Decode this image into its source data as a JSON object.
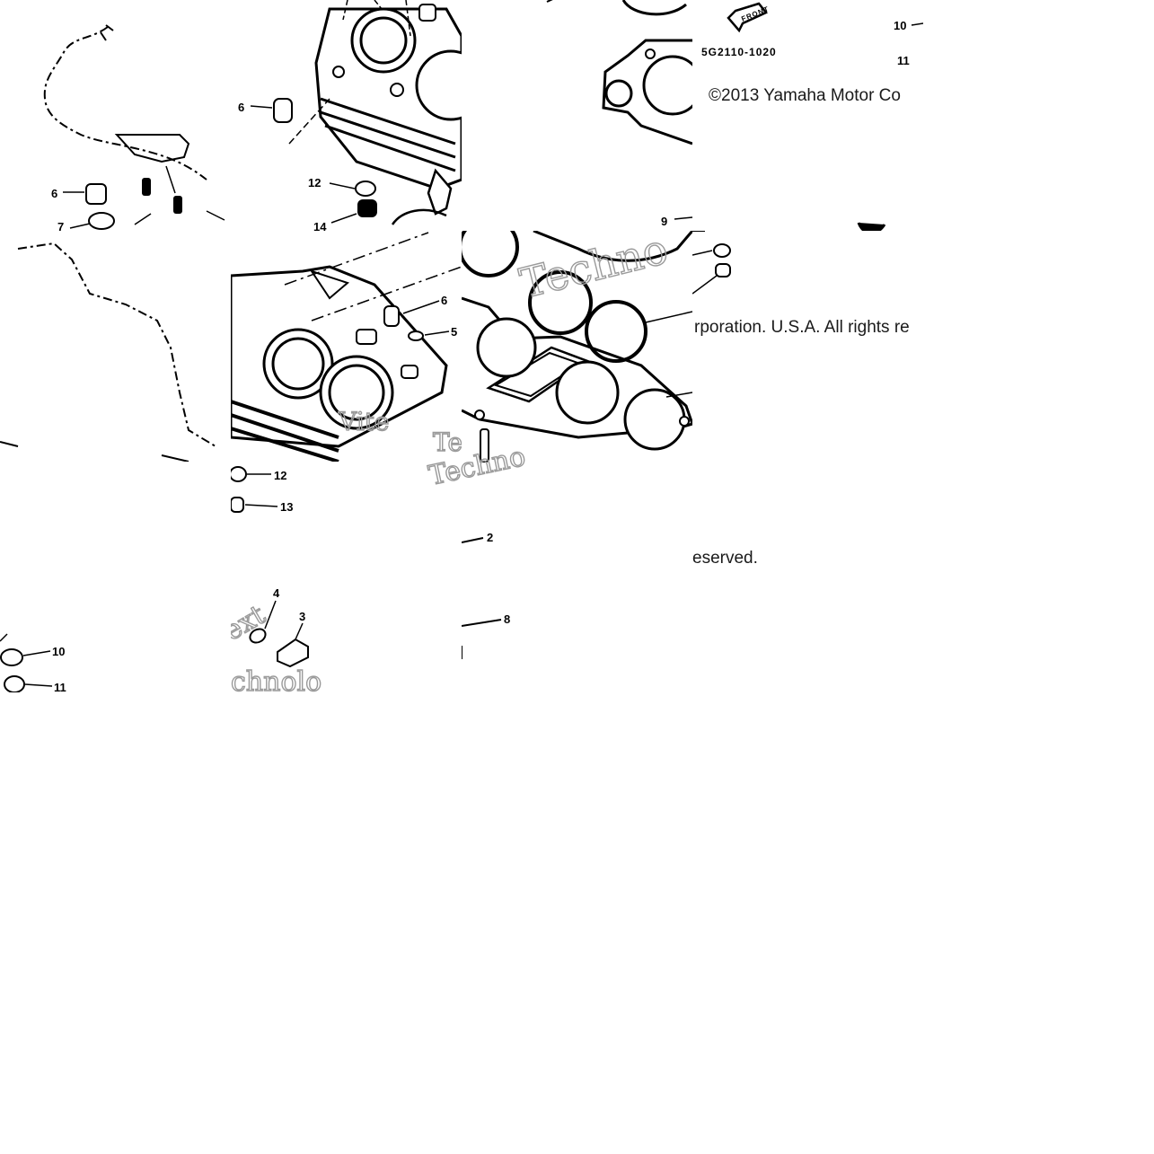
{
  "diagram": {
    "part_number": "5G2110-1020",
    "front_arrow_label": "FRONT",
    "copyright": {
      "line1": "©2013 Yamaha Motor Co",
      "line2": "rporation. U.S.A. All rights re",
      "line3": "eserved."
    },
    "watermark": {
      "frag1": "Techno",
      "frag2": "Techno",
      "frag3": "Vite",
      "frag4": "Te",
      "frag5": "chnolo",
      "frag6": "ext"
    },
    "callouts": {
      "t1_6": "6",
      "t1_7": "7",
      "t1_10": "10",
      "t1_11": "11",
      "t2_6": "6",
      "t2_12": "12",
      "t2_14": "14",
      "t3_10": "10",
      "t3_11": "11",
      "t4_6": "6",
      "t4_5": "5",
      "t4_12": "12",
      "t4_13": "13",
      "t4_4": "4",
      "t4_3": "3",
      "t5_2": "2",
      "t5_8": "8",
      "t6_9": "9"
    }
  }
}
